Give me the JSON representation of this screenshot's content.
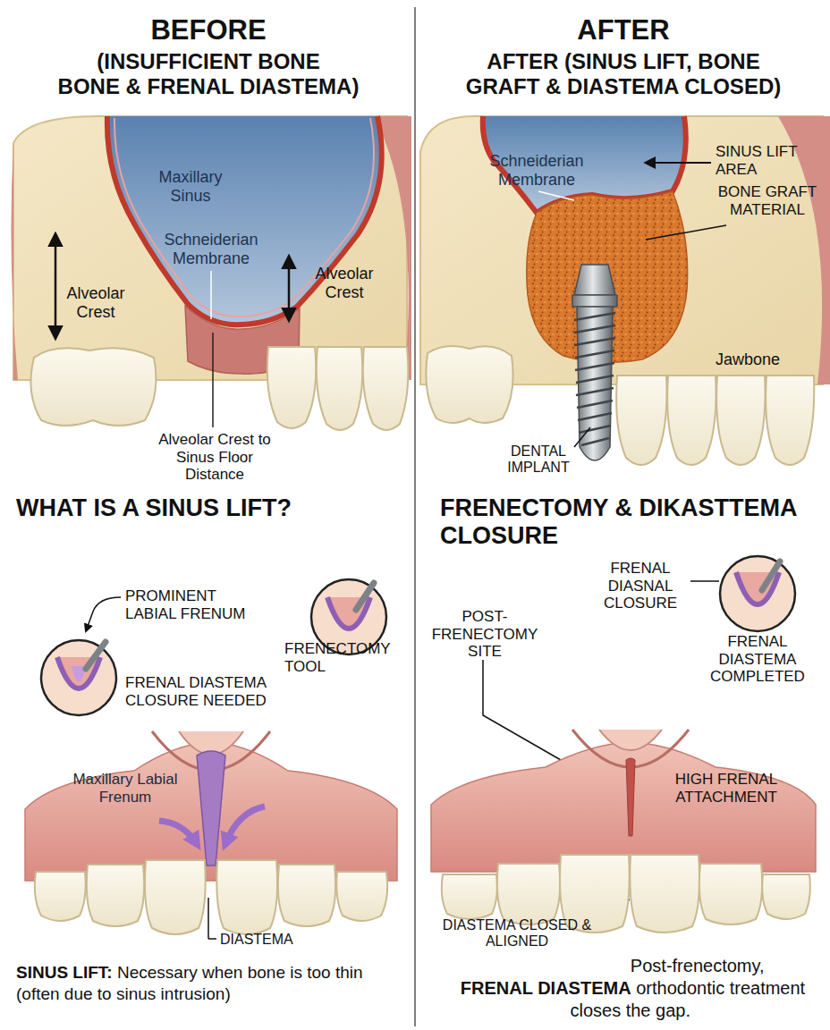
{
  "diagram": {
    "labels": [
      "BEFORE",
      "(INSUFFICIENT BONE",
      "BONE & FRENAL DIASTEMA)",
      "AFTER",
      "AFTER (SINUS LIFT, BONE",
      "GRAFT & DIASTEMA CLOSED)",
      "Maxillary Sinus",
      "Schneiderian Membrane",
      "Alveolar Crest",
      "Alveolar Crest",
      "Alveolar Crest to Sinus Floor Distance",
      "Schneiderian Membrane",
      "SINUS LIFT AREA",
      "BONE GRAFT MATERIAL",
      "Jawbone",
      "DENTAL IMPLANT",
      "WHAT IS A SINUS LIFT?",
      "FRENECTOMY & DIKASTTEMA CLOSURE",
      "PROMINENT LABIAL FRENUM",
      "FRENECTOMY TOOL",
      "FRENAL DIASTEMA CLOSURE NEEDED",
      "Maxillary Labial Frenum",
      "DIASTEMA",
      "SINUS LIFT:",
      "Necessary when bone is too thin (often due to sinus intrusion)",
      "FRENAL DIASNAL CLOSURE",
      "FRENAL DIASTEMA COMPLETED",
      "POST-FRENECTOMY SITE",
      "HIGH FRENAL ATTACHMENT",
      "DIASTEMA CLOSED & ALIGNED",
      "Post-frenectomy,",
      "FRENAL DIASTEMA",
      "orthodontic treatment closes the gap."
    ]
  }
}
